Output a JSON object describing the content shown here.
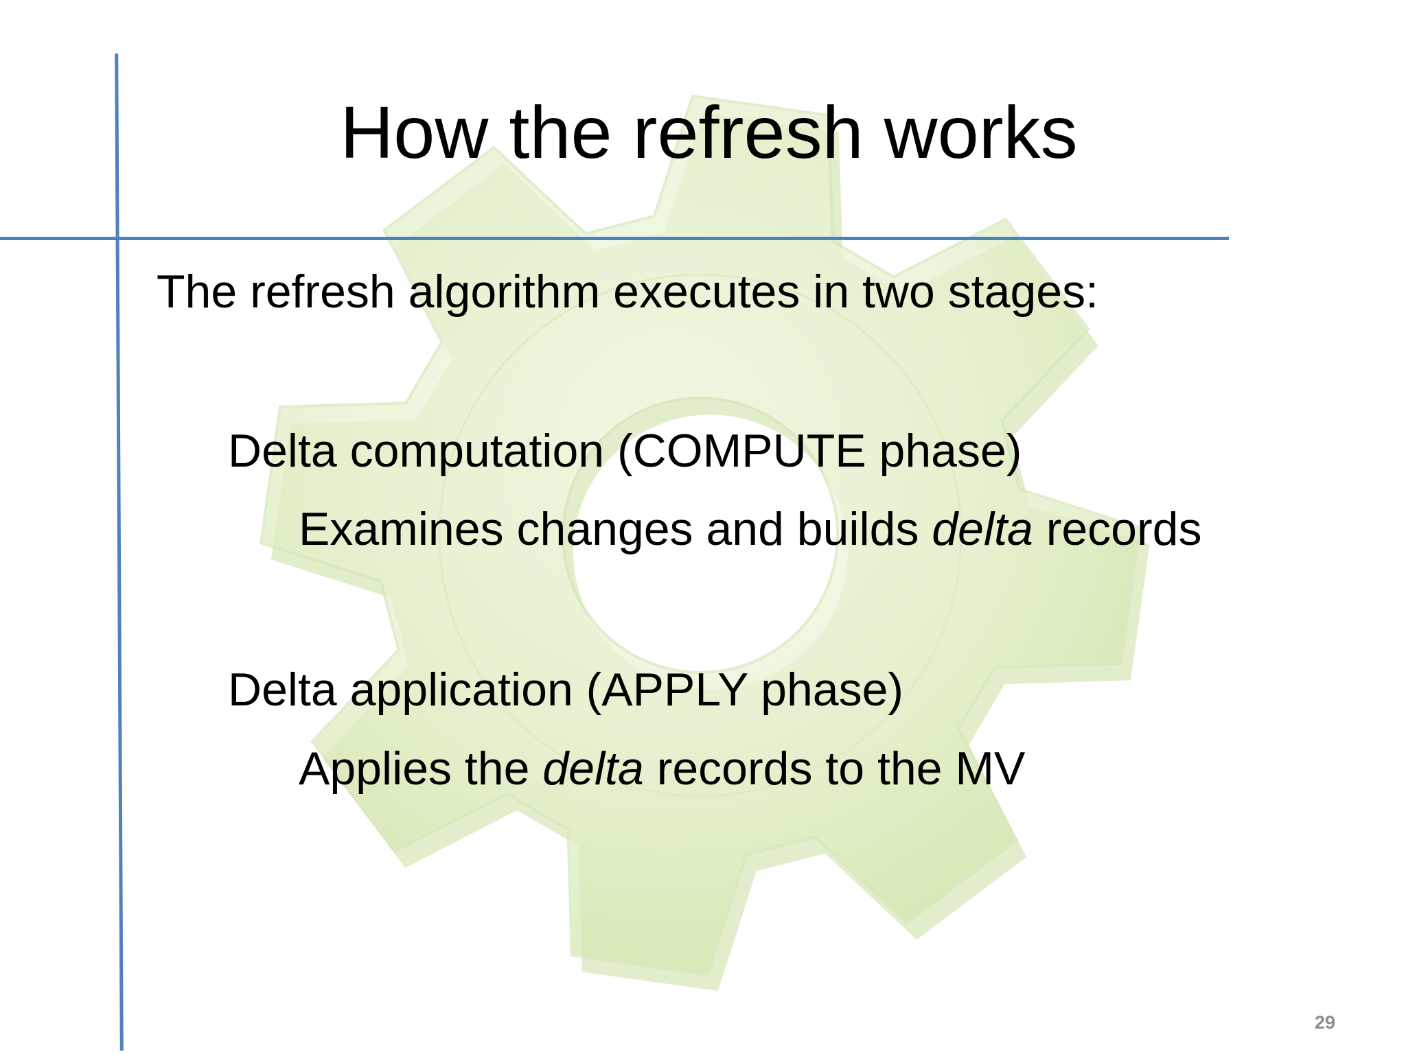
{
  "slide": {
    "title": "How the refresh works",
    "intro": "The refresh algorithm executes in two stages:",
    "stages": [
      {
        "heading": "Delta computation (COMPUTE phase)",
        "detail_before": "Examines changes and builds ",
        "detail_emphasis": "delta",
        "detail_after": " records"
      },
      {
        "heading": "Delta application (APPLY phase)",
        "detail_before": "Applies the ",
        "detail_emphasis": "delta",
        "detail_after": " records to the MV"
      }
    ],
    "page_number": "29"
  },
  "colors": {
    "rule_lines": "#4f81bd",
    "gear_watermark": "#d4e9b0",
    "page_number": "#8c8c8c"
  },
  "icons": {
    "background": "gear-icon"
  }
}
